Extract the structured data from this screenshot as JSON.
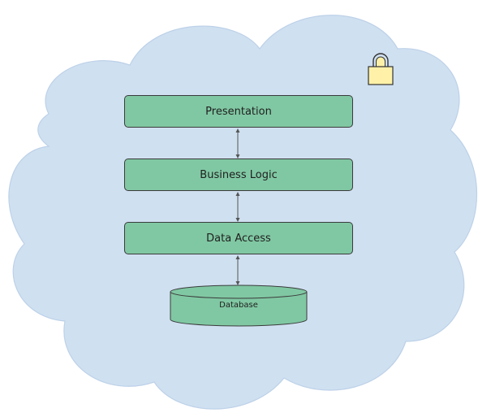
{
  "diagram": {
    "layers": [
      {
        "label": "Presentation"
      },
      {
        "label": "Business Logic"
      },
      {
        "label": "Data Access"
      }
    ],
    "database": {
      "label": "Database"
    },
    "icons": {
      "lock": "lock-icon"
    },
    "colors": {
      "cloud_fill": "#cfe0f1",
      "cloud_stroke": "#bdd1e8",
      "box_fill": "#80c8a3",
      "box_stroke": "#3b3b3b",
      "lock_fill": "#fff2a8",
      "lock_stroke": "#333333",
      "arrow": "#555555"
    }
  }
}
